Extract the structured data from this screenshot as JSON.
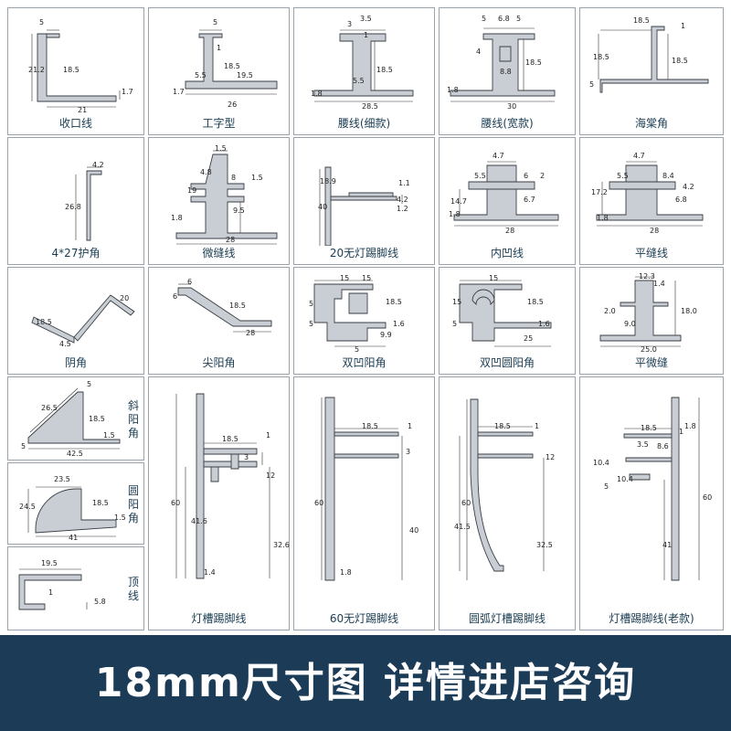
{
  "banner": {
    "text": "18mm尺寸图 详情进店咨询"
  },
  "colors": {
    "banner_bg": "#1c3b57",
    "caption": "#1a3c52",
    "profile_fill": "#c9ced4",
    "profile_stroke": "#3a3f45"
  },
  "cells": [
    {
      "id": "shoukouxian",
      "caption": "收口线",
      "dims": [
        "5",
        "21.2",
        "18.5",
        "21",
        "1.7"
      ]
    },
    {
      "id": "gongzixing",
      "caption": "工字型",
      "dims": [
        "5",
        "1",
        "18.5",
        "5.5",
        "19.5",
        "1.7",
        "26"
      ]
    },
    {
      "id": "yaoxian-xi",
      "caption": "腰线(细款)",
      "dims": [
        "3.5",
        "3",
        "1",
        "18.5",
        "5.5",
        "1.8",
        "28.5"
      ]
    },
    {
      "id": "yaoxian-kuan",
      "caption": "腰线(宽款)",
      "dims": [
        "5",
        "6.8",
        "5",
        "4",
        "8.8",
        "18.5",
        "1.8",
        "30"
      ]
    },
    {
      "id": "haitangjiao",
      "caption": "海棠角",
      "dims": [
        "18.5",
        "1",
        "18.5",
        "18.5",
        "5"
      ]
    },
    {
      "id": "hujiao",
      "caption": "4*27护角",
      "dims": [
        "4.2",
        "26.8"
      ]
    },
    {
      "id": "weifengxian",
      "caption": "微缝线",
      "dims": [
        "1.5",
        "4.8",
        "8",
        "1.5",
        "19",
        "9.5",
        "1.8",
        "28"
      ]
    },
    {
      "id": "wudeng20",
      "caption": "20无灯踢脚线",
      "dims": [
        "18.9",
        "1.1",
        "40",
        "4.2",
        "1.2"
      ]
    },
    {
      "id": "neiaoxian",
      "caption": "内凹线",
      "dims": [
        "4.7",
        "5.5",
        "6",
        "2",
        "14.7",
        "6.7",
        "1.8",
        "28"
      ]
    },
    {
      "id": "pingfengxian",
      "caption": "平缝线",
      "dims": [
        "4.7",
        "5.5",
        "8.4",
        "17.2",
        "4.2",
        "6.8",
        "1.8",
        "28"
      ]
    },
    {
      "id": "yinjiao",
      "caption": "阴角",
      "dims": [
        "20",
        "18.5",
        "4.5"
      ]
    },
    {
      "id": "jianyangjiao",
      "caption": "尖阳角",
      "dims": [
        "6",
        "6",
        "18.5",
        "28"
      ]
    },
    {
      "id": "shuangaoyangjiao",
      "caption": "双凹阳角",
      "dims": [
        "15",
        "15",
        "5",
        "5",
        "18.5",
        "1.6",
        "9.9",
        "5"
      ]
    },
    {
      "id": "shuangaoyuanyangjiao",
      "caption": "双凹圆阳角",
      "dims": [
        "15",
        "15",
        "5",
        "18.5",
        "1.6",
        "25"
      ]
    },
    {
      "id": "pingweifeng",
      "caption": "平微缝",
      "dims": [
        "12.3",
        "1.4",
        "2.0",
        "18.0",
        "9.0",
        "25.0"
      ]
    },
    {
      "id": "xieyangjiao",
      "caption": "斜阳角",
      "dims": [
        "5",
        "26.5",
        "18.5",
        "1.5",
        "5",
        "42.5"
      ]
    },
    {
      "id": "yuanyangjiao",
      "caption": "圆阳角",
      "dims": [
        "23.5",
        "24.5",
        "18.5",
        "1.5",
        "41"
      ]
    },
    {
      "id": "dingxian",
      "caption": "顶线",
      "dims": [
        "19.5",
        "1",
        "5.8"
      ]
    },
    {
      "id": "dengcao",
      "caption": "灯槽踢脚线",
      "dims": [
        "18.5",
        "1",
        "3",
        "12",
        "60",
        "41.6",
        "32.6",
        "1.4"
      ]
    },
    {
      "id": "wudeng60",
      "caption": "60无灯踢脚线",
      "dims": [
        "18.5",
        "1",
        "3",
        "60",
        "40",
        "1.8"
      ]
    },
    {
      "id": "yuanhu",
      "caption": "圆弧灯槽踢脚线",
      "dims": [
        "18.5",
        "1",
        "12",
        "60",
        "41.5",
        "32.5"
      ]
    },
    {
      "id": "dengcao-old",
      "caption": "灯槽踢脚线(老款)",
      "dims": [
        "1.8",
        "18.5",
        "1",
        "3.5",
        "8.6",
        "10.4",
        "10.4",
        "5",
        "60",
        "41"
      ]
    }
  ]
}
